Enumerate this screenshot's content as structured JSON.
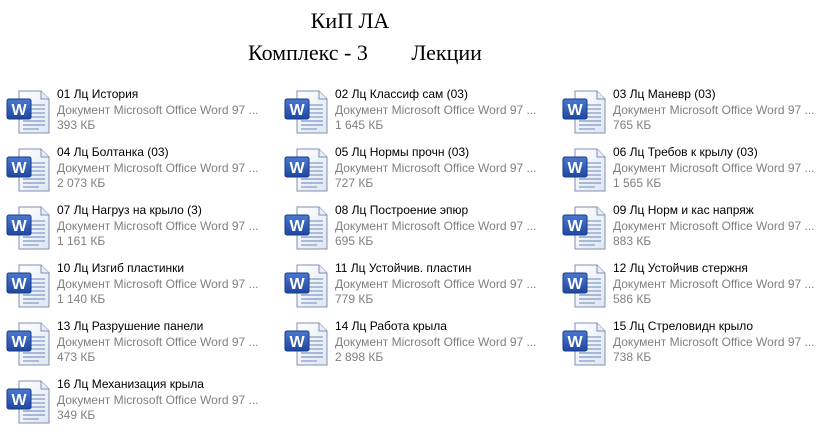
{
  "header": {
    "title": "КиП ЛА",
    "subtitle_left": "Комплекс - 3",
    "subtitle_right": "Лекции"
  },
  "files": [
    {
      "name": "01 Лц  История",
      "type": "Документ Microsoft Office Word 97 ...",
      "size": "393 КБ"
    },
    {
      "name": "02 Лц Классиф сам (03)",
      "type": "Документ Microsoft Office Word 97 ...",
      "size": "1 645 КБ"
    },
    {
      "name": "03 Лц  Маневр (03)",
      "type": "Документ Microsoft Office Word 97 ...",
      "size": "765 КБ"
    },
    {
      "name": "04 Лц Болтанка (03)",
      "type": "Документ Microsoft Office Word 97 ...",
      "size": "2 073 КБ"
    },
    {
      "name": "05 Лц Нормы прочн (03)",
      "type": "Документ Microsoft Office Word 97 ...",
      "size": "727 КБ"
    },
    {
      "name": "06 Лц Требов к крылу (03)",
      "type": "Документ Microsoft Office Word 97 ...",
      "size": "1 565 КБ"
    },
    {
      "name": "07 Лц Нагруз на крыло (3)",
      "type": "Документ Microsoft Office Word 97 ...",
      "size": "1 161 КБ"
    },
    {
      "name": "08 Лц Построение эпюр",
      "type": "Документ Microsoft Office Word 97 ...",
      "size": "695 КБ"
    },
    {
      "name": "09 Лц Норм и кас напряж",
      "type": "Документ Microsoft Office Word 97 ...",
      "size": "883 КБ"
    },
    {
      "name": "10 Лц Изгиб пластинки",
      "type": "Документ Microsoft Office Word 97 ...",
      "size": "1 140 КБ"
    },
    {
      "name": "11 Лц Устойчив. пластин",
      "type": "Документ Microsoft Office Word 97 ...",
      "size": "779 КБ"
    },
    {
      "name": "12 Лц Устойчив стержня",
      "type": "Документ Microsoft Office Word 97 ...",
      "size": "586 КБ"
    },
    {
      "name": "13 Лц Разрушение панели",
      "type": "Документ Microsoft Office Word 97 ...",
      "size": "473 КБ"
    },
    {
      "name": "14 Лц Работа крыла",
      "type": "Документ Microsoft Office Word 97 ...",
      "size": "2 898 КБ"
    },
    {
      "name": "15 Лц Стреловидн крыло",
      "type": "Документ Microsoft Office Word 97 ...",
      "size": "738 КБ"
    },
    {
      "name": "16 Лц Механизация крыла",
      "type": "Документ Microsoft Office Word 97 ...",
      "size": "349 КБ"
    }
  ],
  "icon": {
    "name": "word-document-icon",
    "letter": "W",
    "accent": "#2b55b3"
  }
}
